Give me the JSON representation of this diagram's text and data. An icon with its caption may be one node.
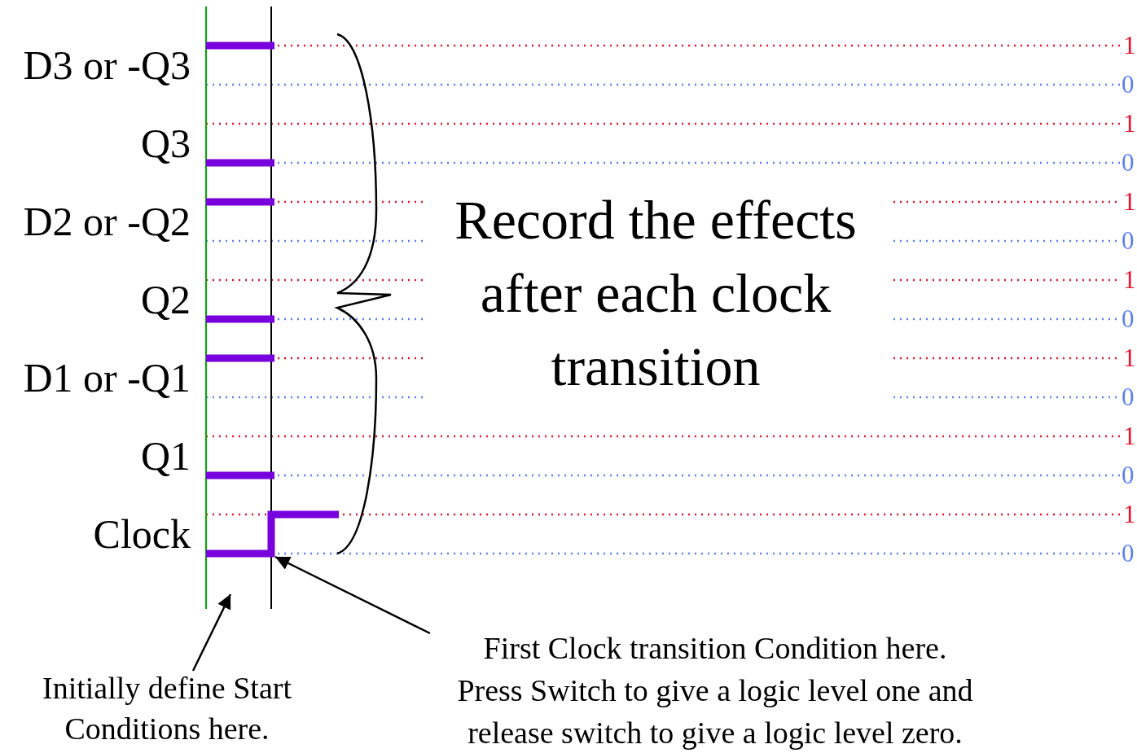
{
  "diagram": {
    "nodes": [
      {
        "text": [
          "Initially define Start Conditions here."
        ]
      },
      {
        "text": [
          "First Clock transition Condition here.",
          "Press Switch to give a logic level one and release switch to give a logic level zero."
        ]
      },
      {
        "text": [],
        "shape": "line"
      }
    ],
    "edges": [
      {
        "from": 0,
        "to": null,
        "arrow": "to"
      },
      {
        "from": 1,
        "to": 2,
        "arrow": "to"
      }
    ],
    "labels": [
      "D3 or -Q3",
      "1",
      "0",
      "Q3",
      "1",
      "0",
      "D2 or -Q2",
      "1",
      "0",
      "Q2",
      "1",
      "0",
      "D1 or -Q1",
      "1",
      "0",
      "Q1",
      "1",
      "0",
      "Clock",
      "1",
      "0",
      "Record the effects after each clock transition"
    ]
  }
}
